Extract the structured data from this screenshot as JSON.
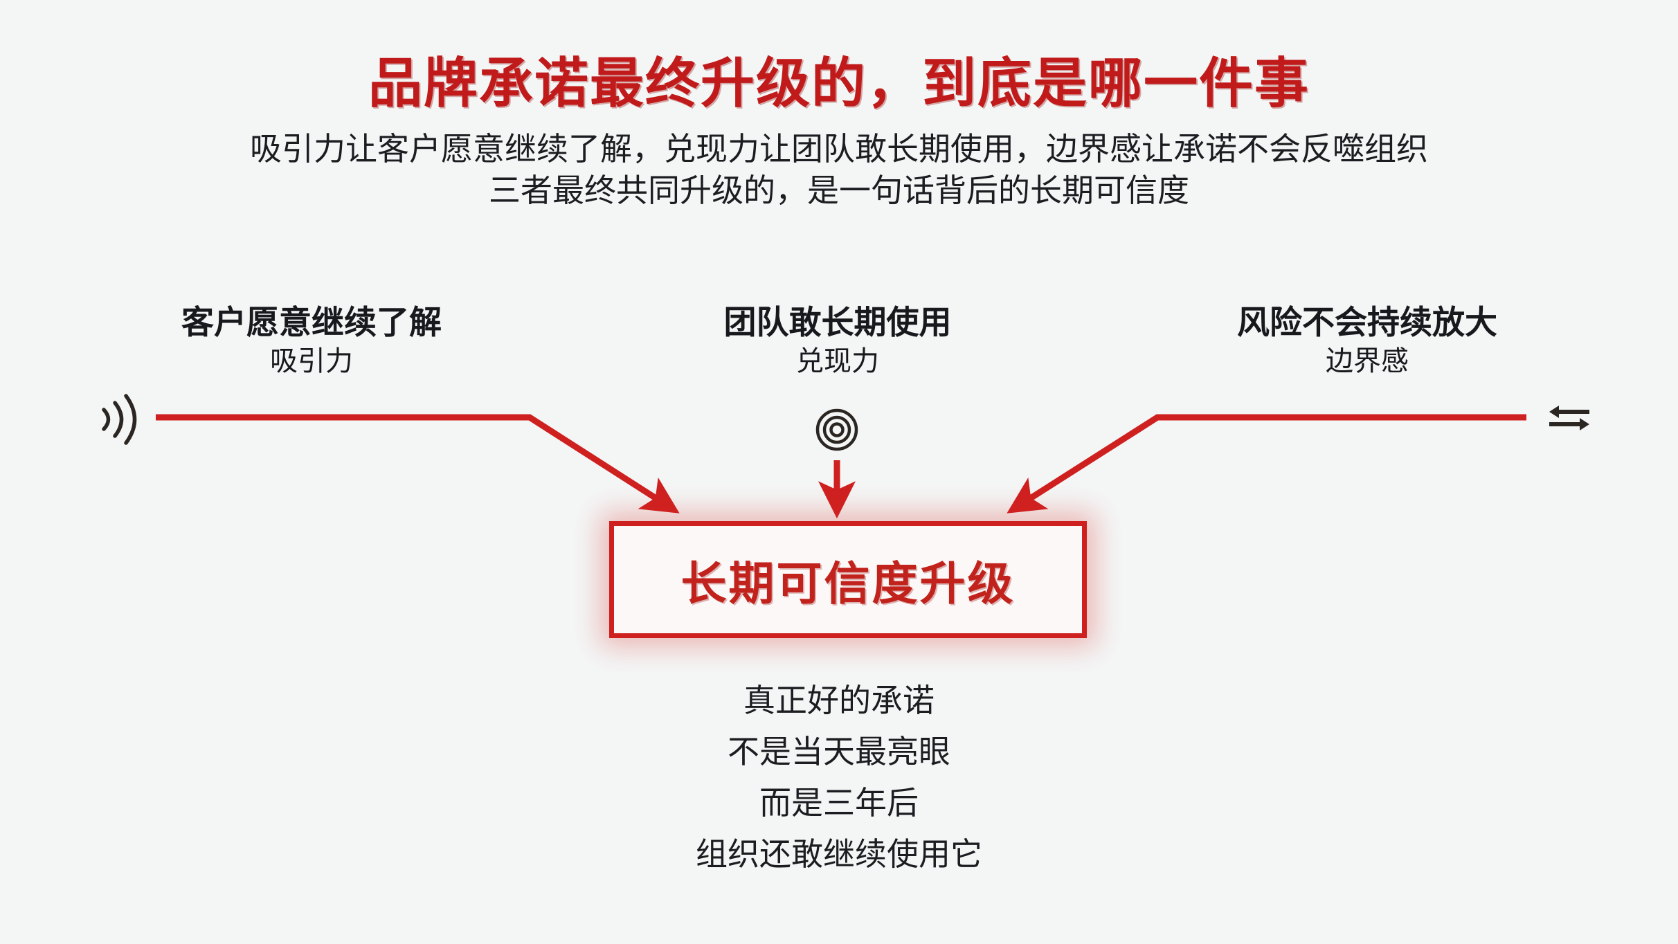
{
  "canvas": {
    "background_color": "#f4f6f6",
    "accent_color": "#c11a1a",
    "box_border_color": "#cf2020",
    "text_color": "#1b1d21"
  },
  "title": "品牌承诺最终升级的，到底是哪一件事",
  "subtitle": {
    "line1": "吸引力让客户愿意继续了解，兑现力让团队敢长期使用，边界感让承诺不会反噬组织",
    "line2": "三者最终共同升级的，是一句话背后的长期可信度"
  },
  "pillars": [
    {
      "title": "客户愿意继续了解",
      "subtitle": "吸引力",
      "icon": "signal-waves-icon"
    },
    {
      "title": "团队敢长期使用",
      "subtitle": "兑现力",
      "icon": "bullseye-target-icon"
    },
    {
      "title": "风险不会持续放大",
      "subtitle": "边界感",
      "icon": "double-arrow-icon"
    }
  ],
  "result_box": {
    "label": "长期可信度升级"
  },
  "closing": {
    "line1": "真正好的承诺",
    "line2": "不是当天最亮眼",
    "line3": "而是三年后",
    "line4": "组织还敢继续使用它"
  }
}
